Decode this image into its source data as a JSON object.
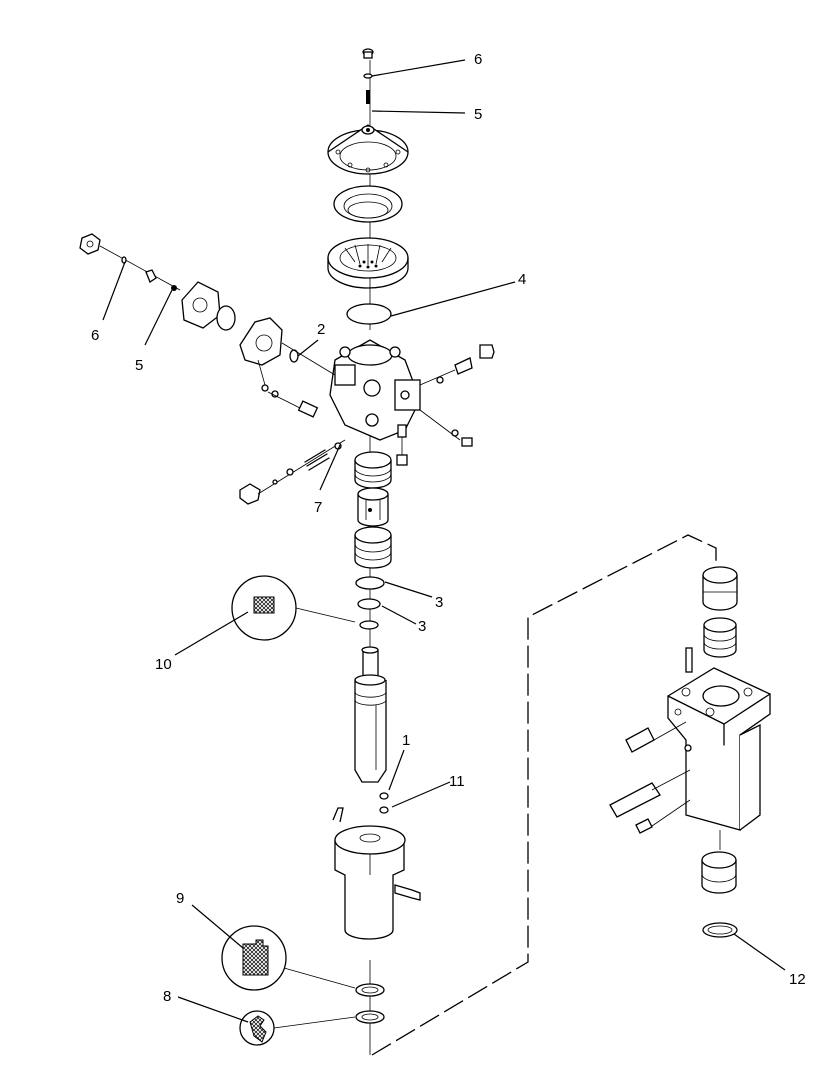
{
  "diagram": {
    "callouts": [
      {
        "id": "c6a",
        "label": "6"
      },
      {
        "id": "c5a",
        "label": "5"
      },
      {
        "id": "c4",
        "label": "4"
      },
      {
        "id": "c2",
        "label": "2"
      },
      {
        "id": "c6b",
        "label": "6"
      },
      {
        "id": "c5b",
        "label": "5"
      },
      {
        "id": "c7",
        "label": "7"
      },
      {
        "id": "c3a",
        "label": "3"
      },
      {
        "id": "c3b",
        "label": "3"
      },
      {
        "id": "c10",
        "label": "10"
      },
      {
        "id": "c1",
        "label": "1"
      },
      {
        "id": "c11",
        "label": "11"
      },
      {
        "id": "c9",
        "label": "9"
      },
      {
        "id": "c8",
        "label": "8"
      },
      {
        "id": "c12",
        "label": "12"
      }
    ]
  }
}
